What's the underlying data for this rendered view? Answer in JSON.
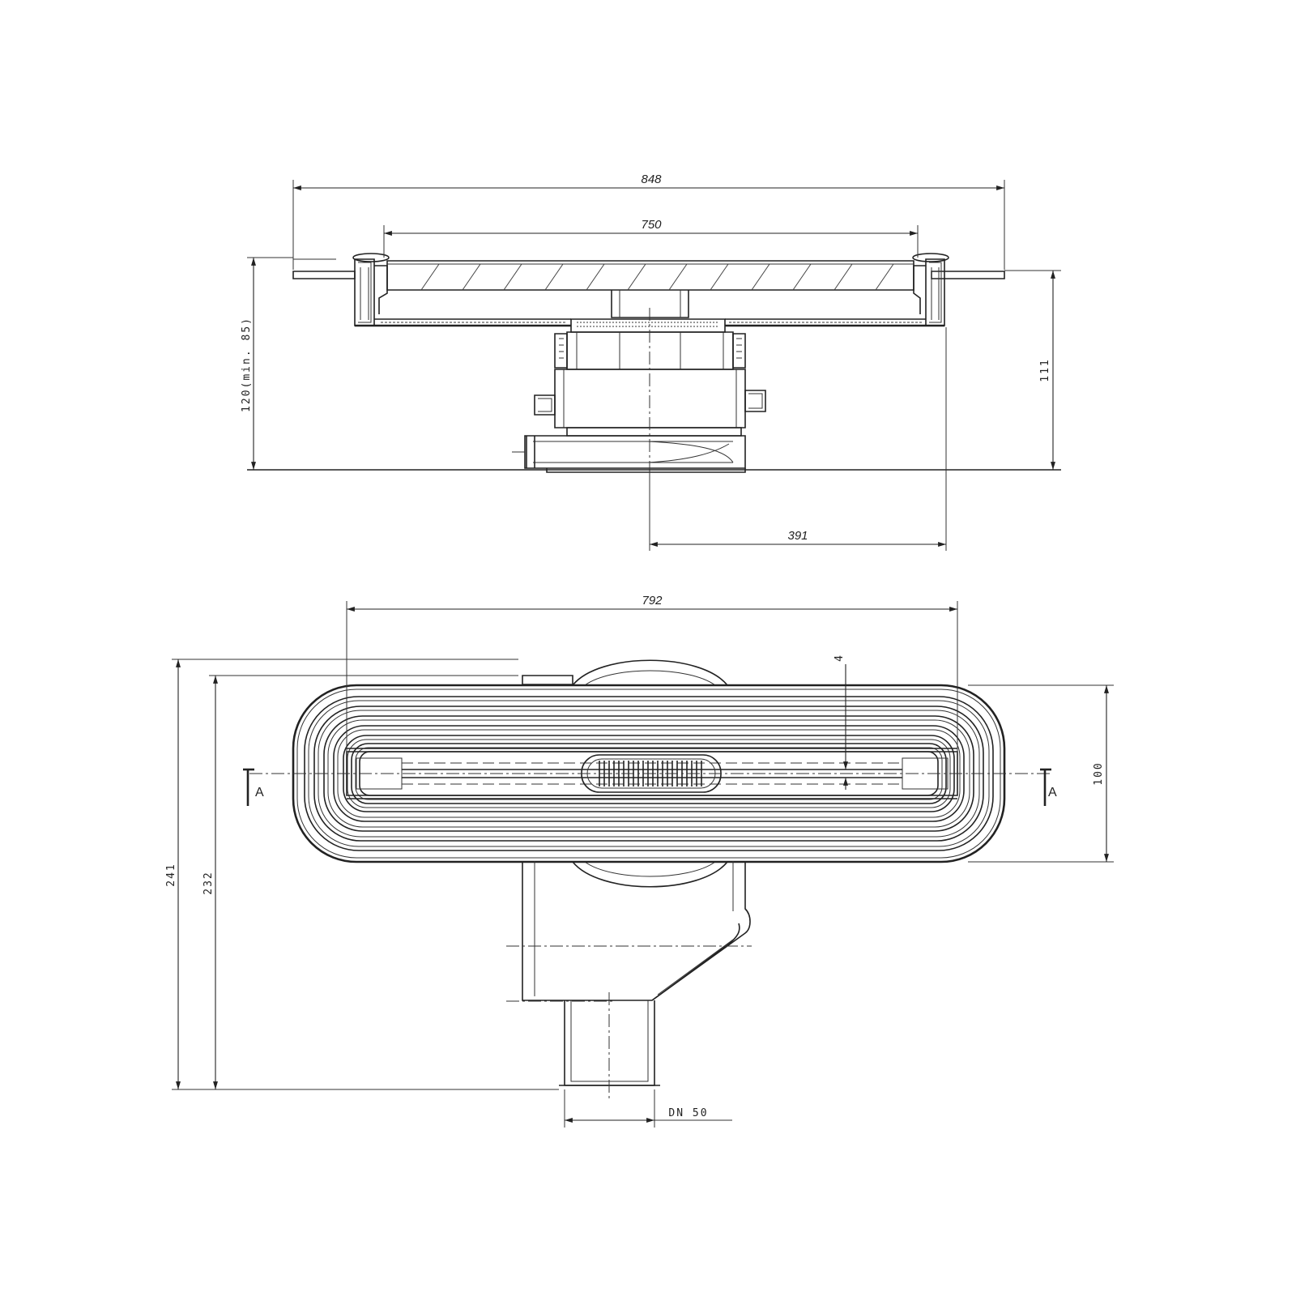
{
  "section_view": {
    "dim_overall_width": "848",
    "dim_grate_width": "750",
    "dim_total_height": "120(min. 85)",
    "dim_body_height": "111",
    "dim_outlet_offset": "391"
  },
  "plan_view": {
    "dim_overall_length": "792",
    "dim_slot": "4",
    "dim_width": "100",
    "dim_depth_total": "241",
    "dim_depth_body": "232",
    "outlet_label": "DN 50",
    "section_mark_left": "A",
    "section_mark_right": "A"
  }
}
